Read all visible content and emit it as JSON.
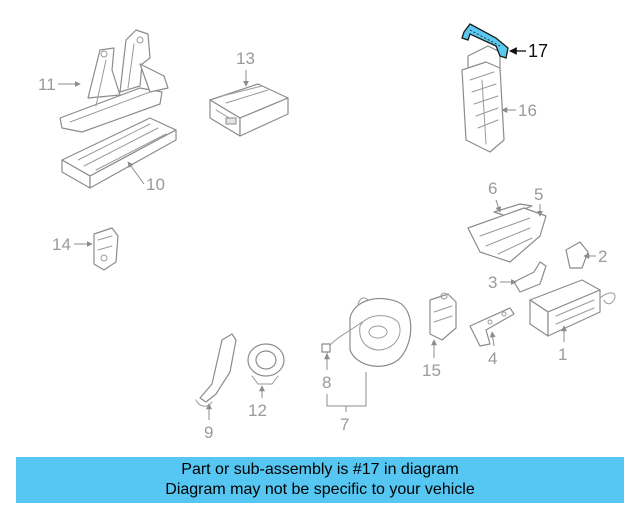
{
  "diagram": {
    "callouts": [
      "1",
      "2",
      "3",
      "4",
      "5",
      "6",
      "7",
      "8",
      "9",
      "10",
      "11",
      "12",
      "13",
      "14",
      "15",
      "16",
      "17"
    ],
    "highlighted_part": "17",
    "highlight_color": "#5bc8ef"
  },
  "banner": {
    "line1": "Part or sub-assembly is #17 in diagram",
    "line2": "Diagram may not be specific to your vehicle",
    "background": "#56c6f2"
  }
}
